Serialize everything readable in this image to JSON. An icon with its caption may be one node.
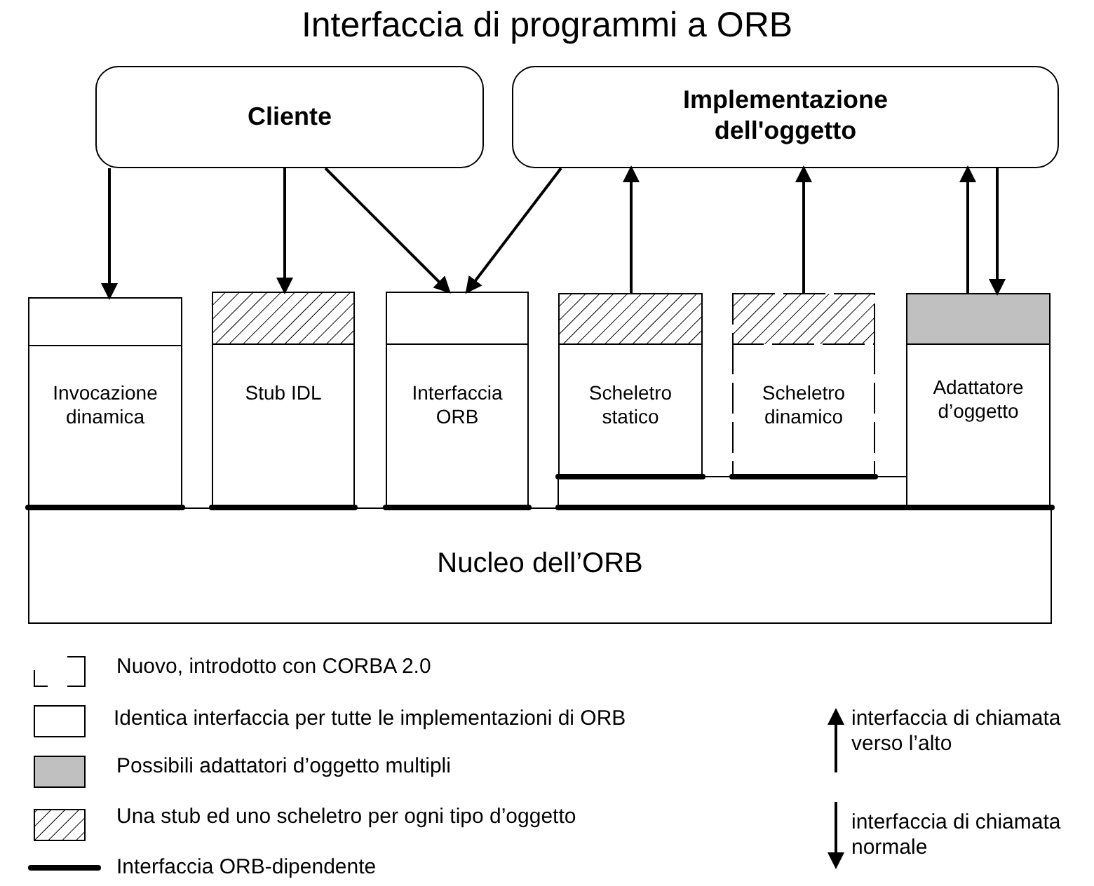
{
  "diagram": {
    "title": "Interfaccia di programmi a ORB",
    "nodes": [
      {
        "text": [
          "Cliente"
        ]
      },
      {
        "text": [
          "Implementazione dell'oggetto"
        ]
      },
      {
        "text": [
          "Invocazione dinamica"
        ]
      },
      {
        "text": [
          "Stub IDL"
        ]
      },
      {
        "text": [
          "Interfaccia ORB"
        ]
      },
      {
        "text": [
          "Scheletro statico"
        ]
      },
      {
        "text": [
          "Scheletro dinamico"
        ]
      },
      {
        "text": [
          "Adattatore d’oggetto"
        ]
      },
      {
        "text": [
          "Nucleo dell’ORB"
        ]
      }
    ],
    "edges": [
      {
        "from": 0,
        "to": 2,
        "arrow": "to"
      },
      {
        "from": 0,
        "to": 3,
        "arrow": "to"
      },
      {
        "from": 0,
        "to": 4,
        "arrow": "to"
      },
      {
        "from": 1,
        "to": 4,
        "arrow": "to"
      },
      {
        "from": 5,
        "to": 1,
        "arrow": "to"
      },
      {
        "from": 6,
        "to": 1,
        "arrow": "to"
      },
      {
        "from": 7,
        "to": 1,
        "arrow": "to"
      },
      {
        "from": 1,
        "to": 7,
        "arrow": "to"
      }
    ],
    "legend": [
      {
        "text": "Nuovo, introdotto con CORBA 2.0"
      },
      {
        "text": "Identica interfaccia per tutte le implementazioni di ORB",
        "color": "#ffffff"
      },
      {
        "text": "Possibili adattatori d’oggetto multipli",
        "color": "#c0c0c0"
      },
      {
        "text": "Una stub ed uno scheletro per ogni tipo d’oggetto"
      },
      {
        "text": "Interfaccia ORB-dipendente"
      },
      {
        "text": "interfaccia di chiamata verso l’alto"
      },
      {
        "text": "interfaccia di chiamata normale"
      }
    ]
  }
}
